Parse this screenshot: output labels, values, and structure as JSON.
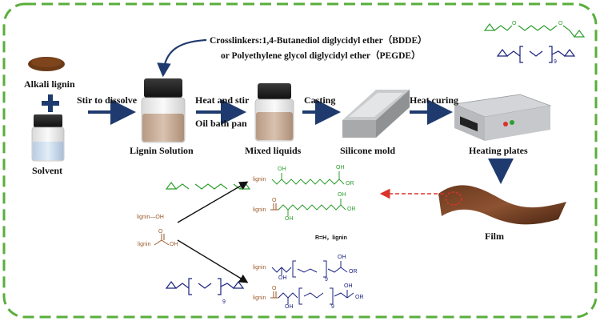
{
  "materials": {
    "alkali_lignin": "Alkali lignin",
    "solvent": "Solvent",
    "plus": "+"
  },
  "steps": {
    "stir": "Stir to dissolve",
    "heat_stir": "Heat and stir",
    "oil_bath": "Oil bath pan",
    "casting": "Casting",
    "heat_curing": "Heat curing"
  },
  "products": {
    "lignin_solution": "Lignin Solution",
    "mixed_liquids": "Mixed liquids",
    "silicone_mold": "Silicone mold",
    "heating_plates": "Heating plates",
    "film": "Film"
  },
  "crosslinkers": {
    "line1": "Crosslinkers:1,4-Butanediol diglycidyl ether（BDDE）",
    "line2": "or Polyethylene glycol diglycidyl ether（PEGDE）"
  },
  "chemistry": {
    "lignin": "lignin",
    "lignin_oh": "lignin—OH",
    "oh": "OH",
    "or": "OR",
    "o": "O",
    "n": "9",
    "r_def": "R=H，lignin"
  },
  "colors": {
    "border": "#5aae3c",
    "arrow": "#1f3a6e",
    "green": "#2e9e2e",
    "brown": "#9b5a2a",
    "navy": "#1a237e",
    "red": "#d9332b"
  }
}
